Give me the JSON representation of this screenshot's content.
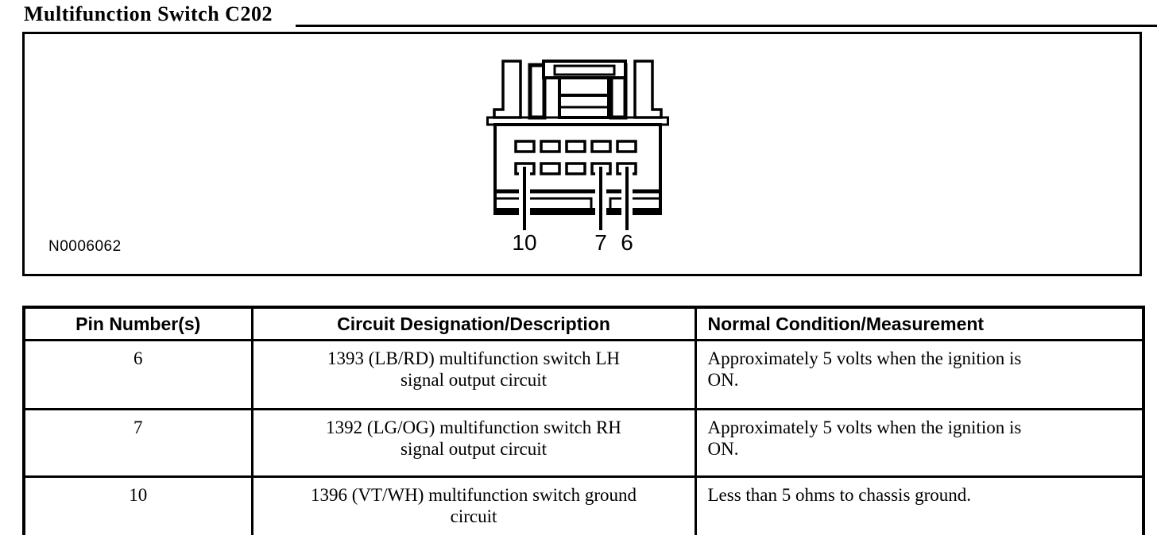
{
  "page": {
    "title": "Multifunction Switch C202"
  },
  "figure": {
    "code": "N0006062",
    "pin_labels": [
      "10",
      "7",
      "6"
    ]
  },
  "table": {
    "headers": [
      "Pin Number(s)",
      "Circuit Designation/Description",
      "Normal Condition/Measurement"
    ],
    "rows": [
      {
        "pin": "6",
        "circuit_lines": [
          "1393 (LB/RD) multifunction switch LH",
          "signal output circuit"
        ],
        "condition_lines": [
          "Approximately 5 volts when the ignition is",
          "ON."
        ]
      },
      {
        "pin": "7",
        "circuit_lines": [
          "1392 (LG/OG) multifunction switch RH",
          "signal output circuit"
        ],
        "condition_lines": [
          "Approximately 5 volts when the ignition is",
          "ON."
        ]
      },
      {
        "pin": "10",
        "circuit_lines": [
          "1396 (VT/WH) multifunction switch ground",
          "circuit"
        ],
        "condition_lines": [
          "Less than 5 ohms to chassis ground."
        ]
      }
    ]
  },
  "colors": {
    "ink": "#000000",
    "paper": "#ffffff"
  }
}
